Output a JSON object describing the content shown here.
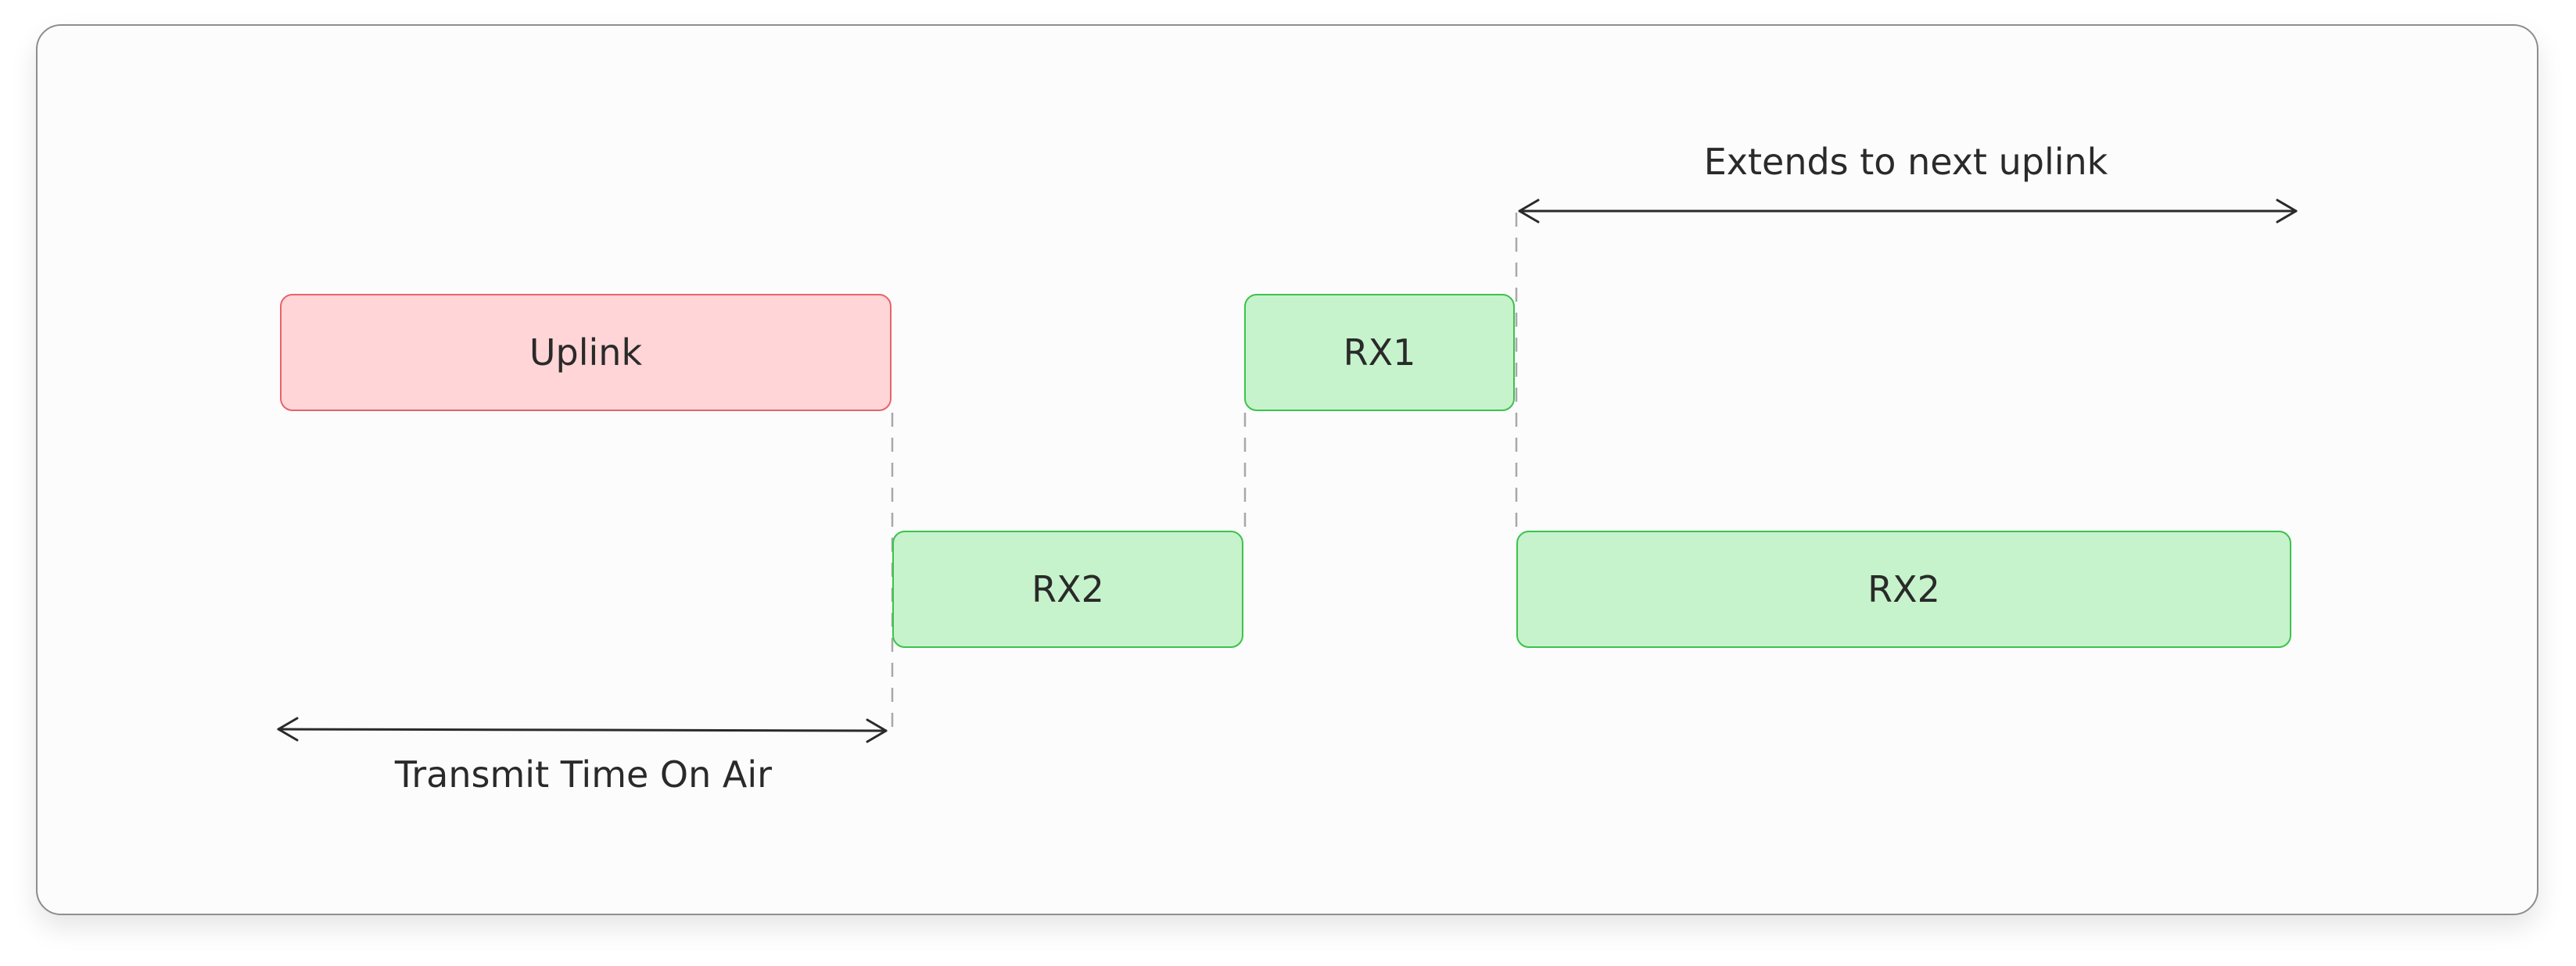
{
  "diagram": {
    "blocks": {
      "uplink": "Uplink",
      "rx1": "RX1",
      "rx2_first": "RX2",
      "rx2_second": "RX2"
    },
    "annotations": {
      "transmit_time": "Transmit Time On Air",
      "extends": "Extends to next uplink"
    },
    "colors": {
      "uplink_fill": "#ffd5d7",
      "uplink_border": "#e8636a",
      "rx_fill": "#c6f3cb",
      "rx_border": "#3cc24d",
      "guide_line": "#a8a8a8",
      "arrow": "#2a2a2a"
    }
  }
}
